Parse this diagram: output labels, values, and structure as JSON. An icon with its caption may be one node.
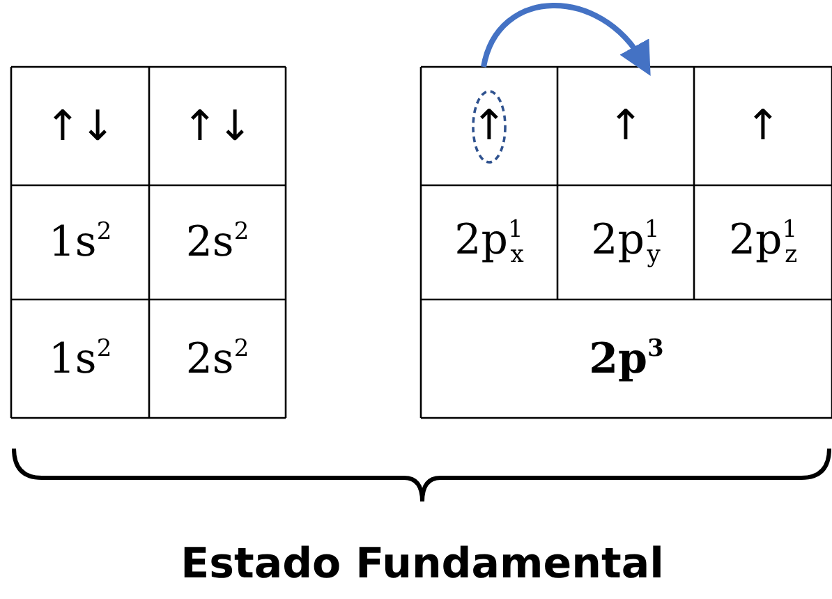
{
  "diagram": {
    "caption": "Estado Fundamental",
    "nodes": [
      {
        "text": [
          "↑"
        ]
      },
      {
        "text": [
          "↑"
        ]
      },
      {
        "text": [
          "↑"
        ]
      }
    ],
    "edges": [
      {
        "from": 0,
        "to": 1,
        "arrow": "to",
        "color": "#4472c4"
      }
    ],
    "labels": [
      "↑↓",
      "↑↓",
      "1s$^{2}$",
      "2s$^{2}$",
      "1s$^{2}$",
      "2s$^{2}$",
      "2p$^{1}$$_{x}$",
      "2p$^{1}$$_{y}$",
      "2p$^{1}$$_{z}$",
      "2p$^{3}$"
    ]
  }
}
